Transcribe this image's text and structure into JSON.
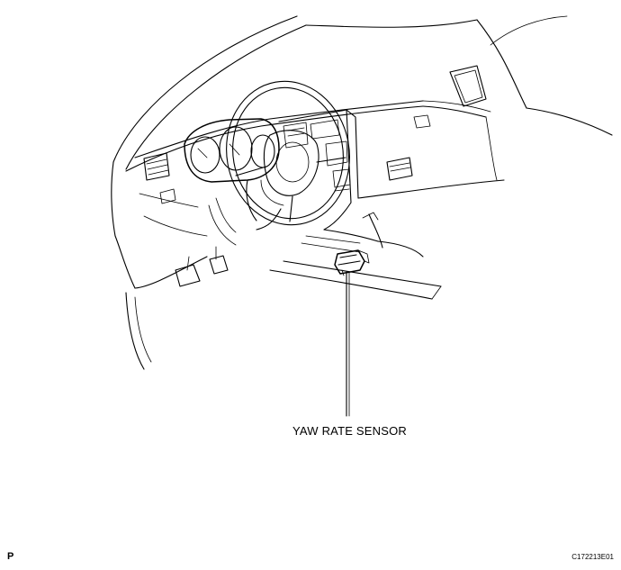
{
  "callout": {
    "label": "YAW RATE SENSOR"
  },
  "footer": {
    "corner_mark": "P",
    "figure_code": "C172213E01"
  },
  "colors": {
    "ink": "#000000",
    "background": "#ffffff"
  }
}
